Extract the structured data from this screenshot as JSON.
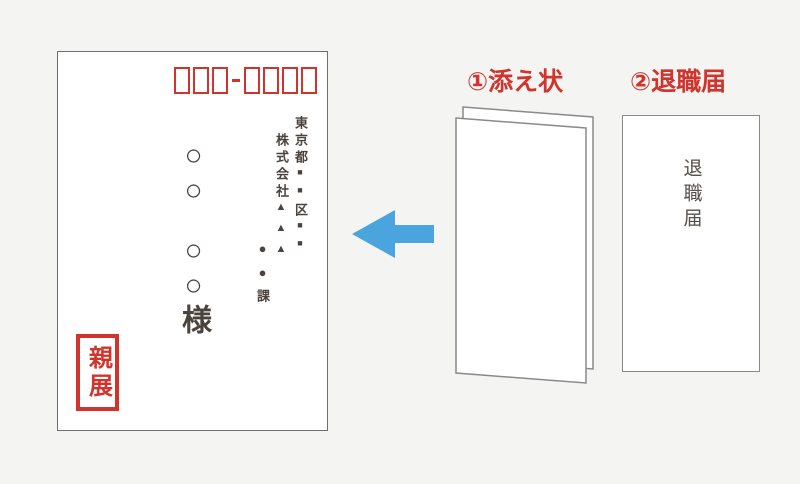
{
  "page": {
    "background": "#f4f4f3"
  },
  "colors": {
    "accent_red": "#d0342c",
    "text_dark": "#4b433e",
    "arrow_blue": "#4aa4dd",
    "paper_border": "#8a8a8a"
  },
  "envelope": {
    "postal_code": {
      "box_groups": [
        3,
        4
      ],
      "separator": "-"
    },
    "address": {
      "prefecture": "東京都",
      "ward_symbols": "■■",
      "ward_suffix": "区",
      "town_symbols": "■■",
      "company_prefix": "株式会社",
      "company_symbols": "▲▲▲",
      "department_symbols": "●●",
      "department_suffix": "課"
    },
    "recipient": {
      "surname_placeholder": "○○",
      "givenname_placeholder": "○○",
      "honorific": "様"
    },
    "stamp_label": "親展"
  },
  "steps": {
    "step1_label": "①添え状",
    "step2_label": "②退職届",
    "step2_document_title": "退職届"
  },
  "arrow": {
    "direction": "left"
  }
}
